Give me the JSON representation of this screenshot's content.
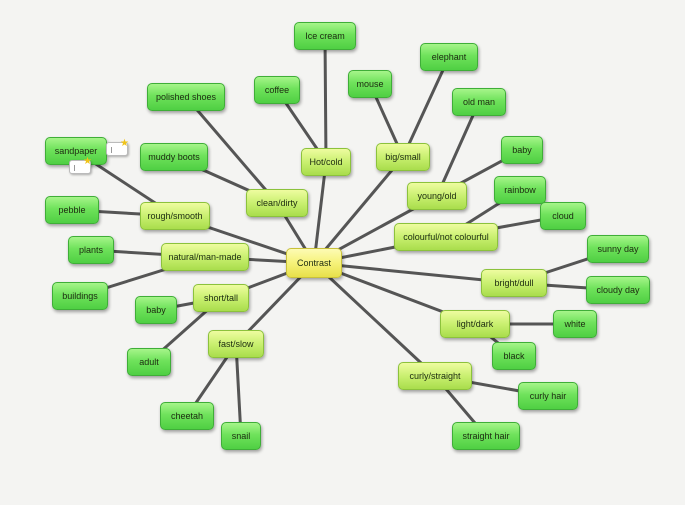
{
  "center": {
    "id": "contrast",
    "label": "Contrast"
  },
  "categories": [
    {
      "id": "hot",
      "label": "Hot/cold"
    },
    {
      "id": "big",
      "label": "big/small"
    },
    {
      "id": "clean",
      "label": "clean/dirty"
    },
    {
      "id": "young",
      "label": "young/old"
    },
    {
      "id": "rough",
      "label": "rough/smooth"
    },
    {
      "id": "colour",
      "label": "colourful/not colourful"
    },
    {
      "id": "natural",
      "label": "natural/man-made"
    },
    {
      "id": "short",
      "label": "short/tall"
    },
    {
      "id": "bright",
      "label": "bright/dull"
    },
    {
      "id": "light",
      "label": "light/dark"
    },
    {
      "id": "fast",
      "label": "fast/slow"
    },
    {
      "id": "curly",
      "label": "curly/straight"
    }
  ],
  "examples": [
    {
      "id": "icecream",
      "label": "Ice cream",
      "parent": "hot"
    },
    {
      "id": "coffee",
      "label": "coffee",
      "parent": "hot"
    },
    {
      "id": "elephant",
      "label": "elephant",
      "parent": "big"
    },
    {
      "id": "mouse",
      "label": "mouse",
      "parent": "big"
    },
    {
      "id": "polished",
      "label": "polished shoes",
      "parent": "clean"
    },
    {
      "id": "muddy",
      "label": "muddy boots",
      "parent": "clean"
    },
    {
      "id": "oldman",
      "label": "old man",
      "parent": "young"
    },
    {
      "id": "babyY",
      "label": "baby",
      "parent": "young"
    },
    {
      "id": "sandpaper",
      "label": "sandpaper",
      "parent": "rough"
    },
    {
      "id": "pebble",
      "label": "pebble",
      "parent": "rough"
    },
    {
      "id": "rainbow",
      "label": "rainbow",
      "parent": "colour"
    },
    {
      "id": "cloud",
      "label": "cloud",
      "parent": "colour"
    },
    {
      "id": "plants",
      "label": "plants",
      "parent": "natural"
    },
    {
      "id": "buildings",
      "label": "buildings",
      "parent": "natural"
    },
    {
      "id": "babyS",
      "label": "baby",
      "parent": "short"
    },
    {
      "id": "adult",
      "label": "adult",
      "parent": "short"
    },
    {
      "id": "sunny",
      "label": "sunny day",
      "parent": "bright"
    },
    {
      "id": "cloudy",
      "label": "cloudy day",
      "parent": "bright"
    },
    {
      "id": "white",
      "label": "white",
      "parent": "light"
    },
    {
      "id": "black",
      "label": "black",
      "parent": "light"
    },
    {
      "id": "cheetah",
      "label": "cheetah",
      "parent": "fast"
    },
    {
      "id": "snail",
      "label": "snail",
      "parent": "fast"
    },
    {
      "id": "curlyhair",
      "label": "curly hair",
      "parent": "curly"
    },
    {
      "id": "straighthair",
      "label": "straight hair",
      "parent": "curly"
    }
  ],
  "colors": {
    "center": "#f2ee6e",
    "category": "#c9f070",
    "example": "#6fe25b",
    "connector": "#555555"
  }
}
